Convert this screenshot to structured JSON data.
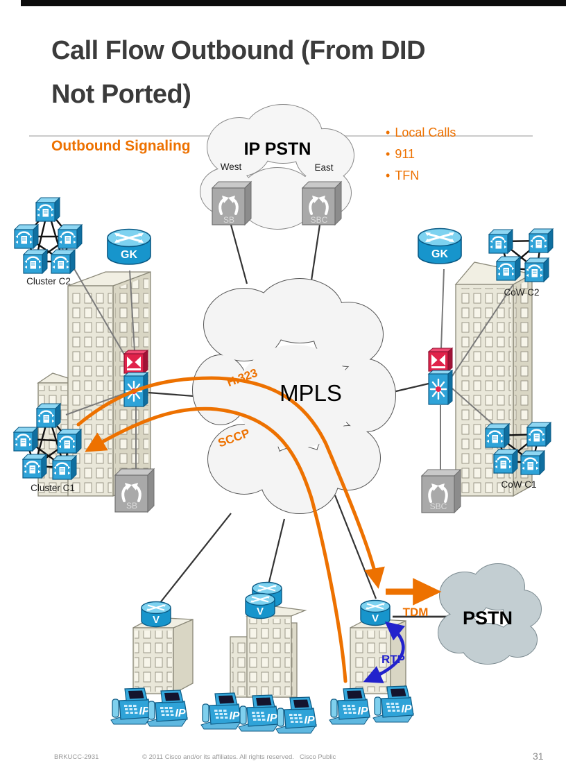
{
  "slide": {
    "title_line1": "Call Flow Outbound (From DID",
    "title_line2": "Not Ported)",
    "subtitle": "Outbound Signaling",
    "bullet_char": "•",
    "bullets": [
      "Local Calls",
      "911",
      "TFN"
    ]
  },
  "clouds": {
    "ip_pstn": {
      "label": "IP PSTN",
      "west": "West",
      "east": "East"
    },
    "mpls": {
      "label": "MPLS"
    },
    "pstn": {
      "label": "PSTN"
    }
  },
  "devices": {
    "sbc_top_left_label": "SB",
    "sbc_top_right_label": "SBC",
    "gk_left_label": "GK",
    "gk_right_label": "GK",
    "sb_left_label": "SB",
    "sbc_right_label": "SBC",
    "v_label": "V",
    "ip_label": "IP"
  },
  "labels": {
    "cluster_c2": "Cluster C2",
    "cluster_c1": "Cluster C1",
    "cow_c2": "CoW C2",
    "cow_c1": "CoW C1",
    "h323": "H.323",
    "sccp": "SCCP",
    "tdm": "TDM",
    "rtp": "RTP"
  },
  "footer": {
    "session": "BRKUCC-2931",
    "copyright": "© 2011 Cisco and/or its affiliates. All rights reserved.",
    "classification": "Cisco Public",
    "page": "31"
  },
  "colors": {
    "accent_orange": "#ED7100",
    "cisco_blue": "#2FA3D8",
    "switch_red": "#E0224A",
    "rtp_blue": "#2222CC",
    "building": "#E9E7D9",
    "pstn_cloud": "#C3CED2"
  }
}
